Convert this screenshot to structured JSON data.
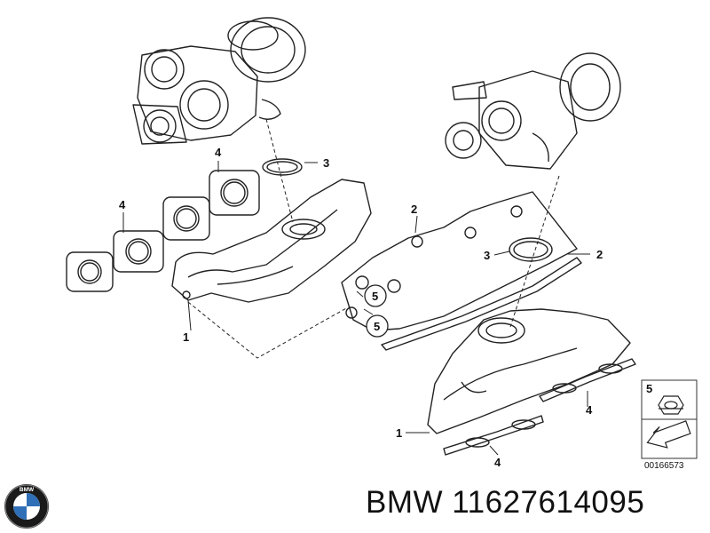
{
  "diagram": {
    "callouts": {
      "c1a": "1",
      "c1b": "1",
      "c2a": "2",
      "c2b": "2",
      "c3a": "3",
      "c3b": "3",
      "c4a": "4",
      "c4b": "4",
      "c4c": "4",
      "c4d": "4",
      "c5a": "5",
      "c5b": "5",
      "c5c": "5"
    },
    "part_reference": "00166573"
  },
  "caption": {
    "brand": "BMW",
    "part_number": "11627614095"
  },
  "logo": {
    "letters": "BMW",
    "colors": {
      "ring": "#1a1a1a",
      "blue": "#2f6fb7",
      "white": "#ffffff"
    }
  }
}
